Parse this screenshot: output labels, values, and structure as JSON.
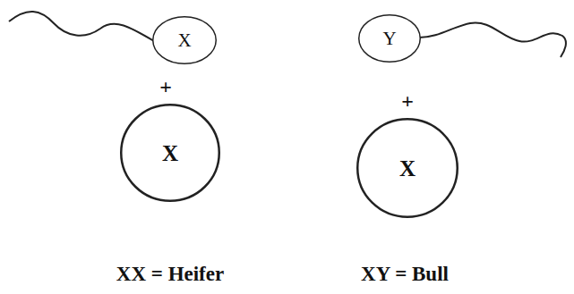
{
  "diagram": {
    "nodes": [
      {
        "text": [
          "X"
        ]
      },
      {
        "text": [
          "Y"
        ]
      },
      {
        "text": [
          "X"
        ]
      },
      {
        "text": [
          "X"
        ]
      }
    ],
    "labels": [
      "+",
      "+",
      "XX = Heifer",
      "XY = Bull"
    ]
  }
}
